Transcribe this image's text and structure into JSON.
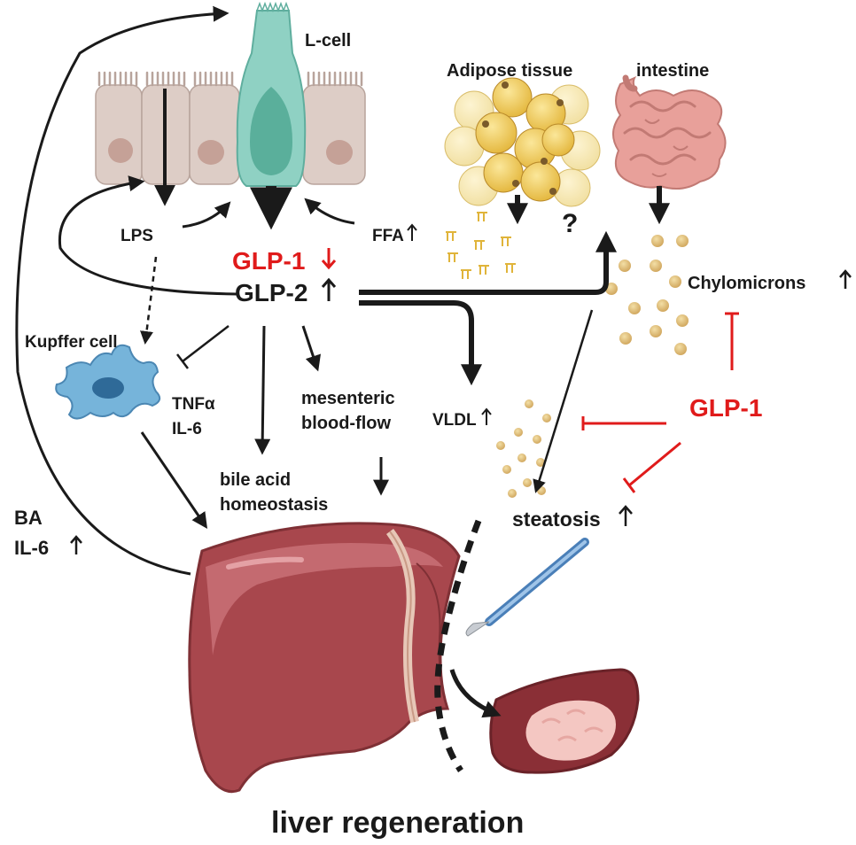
{
  "labels": {
    "l_cell": "L-cell",
    "adipose_tissue": "Adipose tissue",
    "intestine": "intestine",
    "lps": "LPS",
    "ffa": "FFA",
    "question": "?",
    "glp1_down": "GLP-1",
    "glp2_up": "GLP-2",
    "chylomicrons": "Chylomicrons",
    "kupffer_cell": "Kupffer cell",
    "tnfa": "TNFα",
    "il6": "IL-6",
    "mesenteric_line1": "mesenteric",
    "mesenteric_line2": "blood-flow",
    "vldl": "VLDL",
    "glp1_right": "GLP-1",
    "bile_line1": "bile acid",
    "bile_line2": "homeostasis",
    "steatosis": "steatosis",
    "ba": "BA",
    "il6_left": "IL-6",
    "liver_regeneration": "liver regeneration"
  },
  "colors": {
    "red": "#e01b1b",
    "text": "#1a1a1a",
    "enterocyte": "#ddcdc6",
    "l_cell": "#8fd1c3",
    "adipocyte": "#efc64a",
    "intestine": "#e8a09a",
    "liver": "#a8474d",
    "kupffer": "#5b9cc6"
  }
}
